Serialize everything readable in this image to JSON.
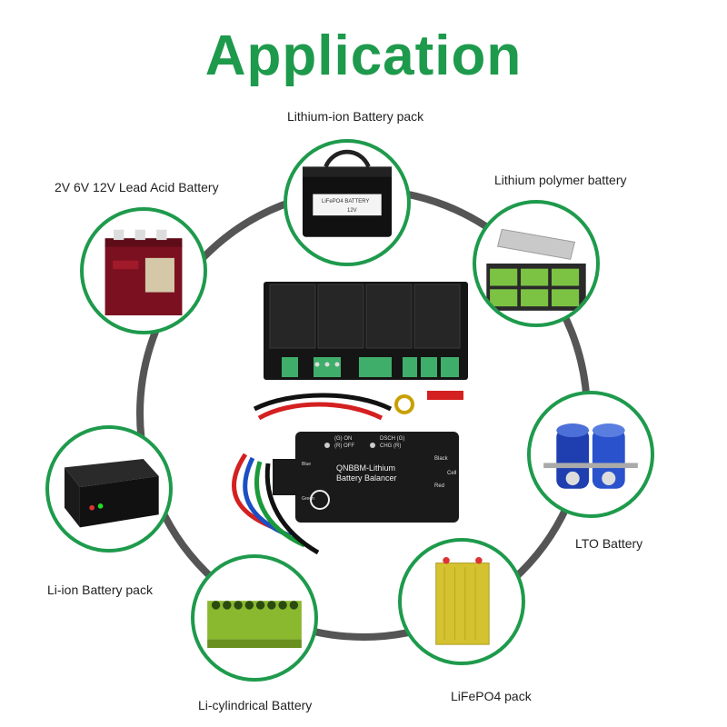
{
  "title": "Application",
  "items": [
    {
      "label": "Lithium-ion Battery pack",
      "icon": "lifepo4-battery-icon"
    },
    {
      "label": "Lithium polymer battery",
      "icon": "lithium-polymer-battery-icon"
    },
    {
      "label": "LTO Battery",
      "icon": "lto-battery-icon"
    },
    {
      "label": "LiFePO4 pack",
      "icon": "lifepo4-pack-icon"
    },
    {
      "label": "Li-cylindrical Battery",
      "icon": "li-cylindrical-battery-icon"
    },
    {
      "label": "Li-ion Battery pack",
      "icon": "li-ion-battery-pack-icon"
    },
    {
      "label": "2V 6V 12V Lead Acid Battery",
      "icon": "lead-acid-battery-icon"
    }
  ],
  "product": {
    "battery_label": "LiFePO4 BATTERY",
    "battery_voltage": "12V",
    "device_name": "QNBBM-Lithium",
    "device_subname": "Battery Balancer",
    "led_on": "(G) ON",
    "led_off": "(R) OFF",
    "led_dsch": "DSCH (G)",
    "led_chg": "CHG (R)",
    "wire_black": "Black",
    "wire_red": "Red",
    "wire_blue": "Blue",
    "wire_green": "Green",
    "cell_label": "Cell"
  },
  "colors": {
    "accent": "#1e9a4c",
    "ring": "#555555"
  }
}
